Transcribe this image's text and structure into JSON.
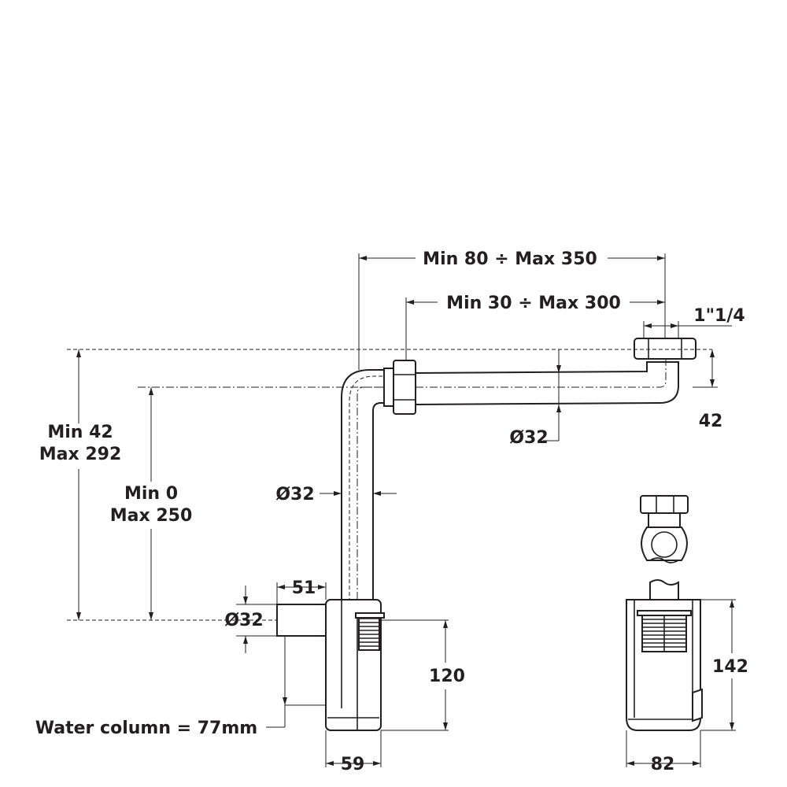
{
  "dimensions": {
    "span_outer": "Min 80 ÷  Max 350",
    "span_inner": "Min 30 ÷  Max 300",
    "thread_size": "1\"1/4",
    "height_total_min": "Min 42",
    "height_total_max": "Max 292",
    "height_inner_min": "Min 0",
    "height_inner_max": "Max 250",
    "pipe_diameter_horizontal": "Ø32",
    "pipe_diameter_vertical": "Ø32",
    "outlet_diameter": "Ø32",
    "outlet_length": "51",
    "offset_42": "42",
    "trap_height": "120",
    "trap_width_front": "59",
    "trap_height_side": "142",
    "trap_width_side": "82",
    "water_column": "Water column = 77mm"
  }
}
